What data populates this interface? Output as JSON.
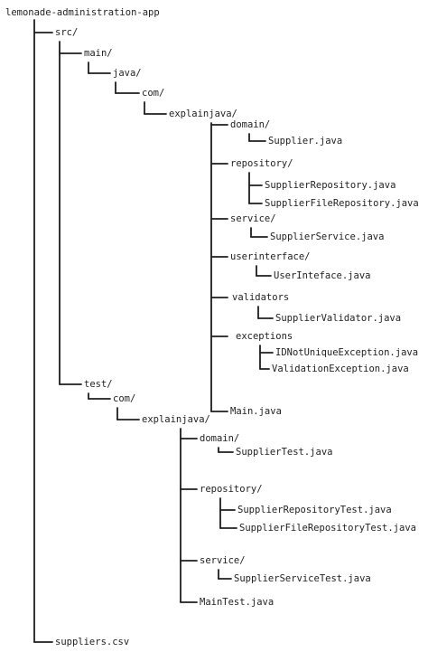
{
  "tree": {
    "root": "lemonade-administration-app",
    "src": "src/",
    "main": "main/",
    "main_java": "java/",
    "main_com": "com/",
    "main_explainjava": "explainjava/",
    "domain": "domain/",
    "supplier": "Supplier.java",
    "repository": "repository/",
    "supplier_repository": "SupplierRepository.java",
    "supplier_file_repository": "SupplierFileRepository.java",
    "service": "service/",
    "supplier_service": "SupplierService.java",
    "userinterface": "userinterface/",
    "user_inteface": "UserInteface.java",
    "validators": "validators",
    "supplier_validator": "SupplierValidator.java",
    "exceptions": "exceptions",
    "id_not_unique_exception": "IDNotUniqueException.java",
    "validation_exception": "ValidationException.java",
    "main_class": "Main.java",
    "test": "test/",
    "test_com": "com/",
    "test_explainjava": "explainjava/",
    "test_domain": "domain/",
    "supplier_test": "SupplierTest.java",
    "test_repository": "repository/",
    "supplier_repository_test": "SupplierRepositoryTest.java",
    "supplier_file_repository_test": "SupplierFileRepositoryTest.java",
    "test_service": "service/",
    "supplier_service_test": "SupplierServiceTest.java",
    "main_test": "MainTest.java",
    "suppliers_csv": "suppliers.csv"
  }
}
